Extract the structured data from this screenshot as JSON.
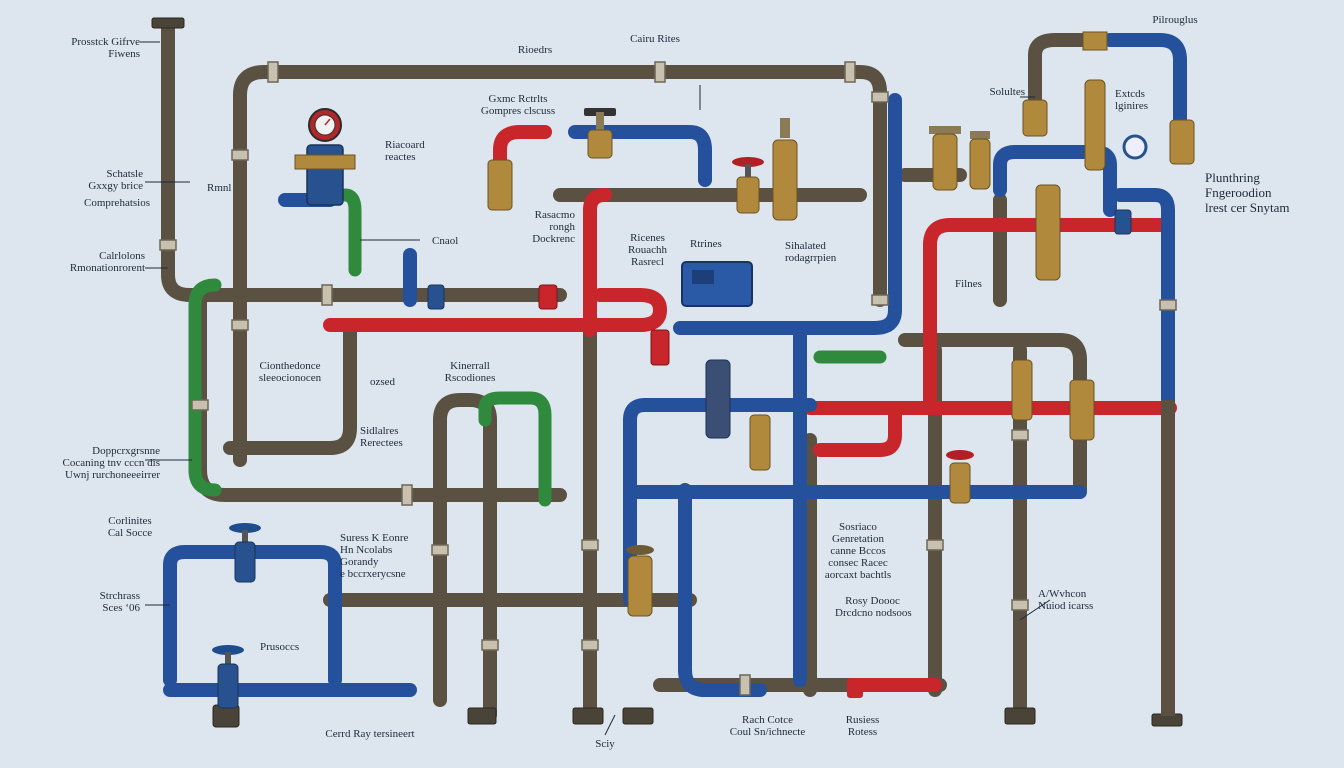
{
  "colors": {
    "background": "#dde6ee",
    "pipe_brown": "#5b5142",
    "pipe_red": "#c8262b",
    "pipe_blue": "#25509c",
    "pipe_green": "#2f8a3e",
    "brass": "#b0893c",
    "label_text": "#1d2a3a"
  },
  "labels": {
    "l01": "Prosstck Gifrve\nFiwens",
    "l02": "Rioedrs",
    "l03": "Cairu Rites",
    "l04": "Pilrouglus",
    "l05": "Solultes",
    "l06": "Extcds\nlginires",
    "l07": "Gxmc Rctrlts\nGompres clscuss",
    "l08": "Riacoard\nreactes",
    "l09": "Schatsle\nGxxgy brice",
    "l10": "Rmnl",
    "l11": "Comprehatsios",
    "l12": "Calrlolons\nRmonationrorent",
    "l13": "Plunthring\nFngeroodion\nlrest cer Snytam",
    "l14": "Rasacmo\nrongh\nDockrenc",
    "l15": "Cnaol",
    "l16": "Ricenes\nRouachh\nRasrecl",
    "l17": "Rtrines",
    "l18": "Sihalated\nrodagrrpien",
    "l19": "Filnes",
    "l20": "Cionthedonce\nsleeocionocen",
    "l21": "Kinerrall\nRscodiones",
    "l22": "ozsed",
    "l23": "Sidlalres\nRerectees",
    "l24": "Doppcrxgrsnne\nCocaning tnv cccn dis\nUwnj rurchoneeeirrer",
    "l25": "Corlinites\nCal Socce",
    "l26": "Suress K Eonre\nHn Ncolabs\nGorandy\ne bccrxerycsne",
    "l27": "Strchrass\nSces ‘06",
    "l28": "Prusoccs",
    "l29": "Sosriaco\nGenretation\ncanne Bccos\nconsec Racec\naorcaxt bachtls",
    "l30": "Rosy Doooc\nDrcdcno nodsoos",
    "l31": "A/Wvhcon\nNuiod icarss",
    "l32": "Cerrd Ray tersineert",
    "l33": "Sciy",
    "l34": "Rach Cotce\nCoul Sn/ichnecte",
    "l35": "Rusiess\nRotess"
  }
}
